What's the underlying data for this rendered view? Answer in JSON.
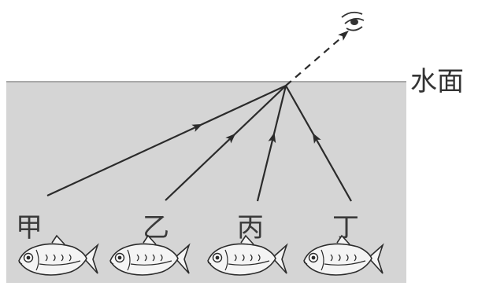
{
  "surface": {
    "label": "水面",
    "water_color": "#d5d5d5",
    "line_color": "#a9a9a9"
  },
  "fish": [
    {
      "id": "jia",
      "label": "甲"
    },
    {
      "id": "yi",
      "label": "乙"
    },
    {
      "id": "bing",
      "label": "丙"
    },
    {
      "id": "ding",
      "label": "丁"
    }
  ],
  "rays": {
    "color": "#2b2b2b",
    "refracted_style": "dashed"
  },
  "observer": {
    "icon": "eye-icon"
  }
}
